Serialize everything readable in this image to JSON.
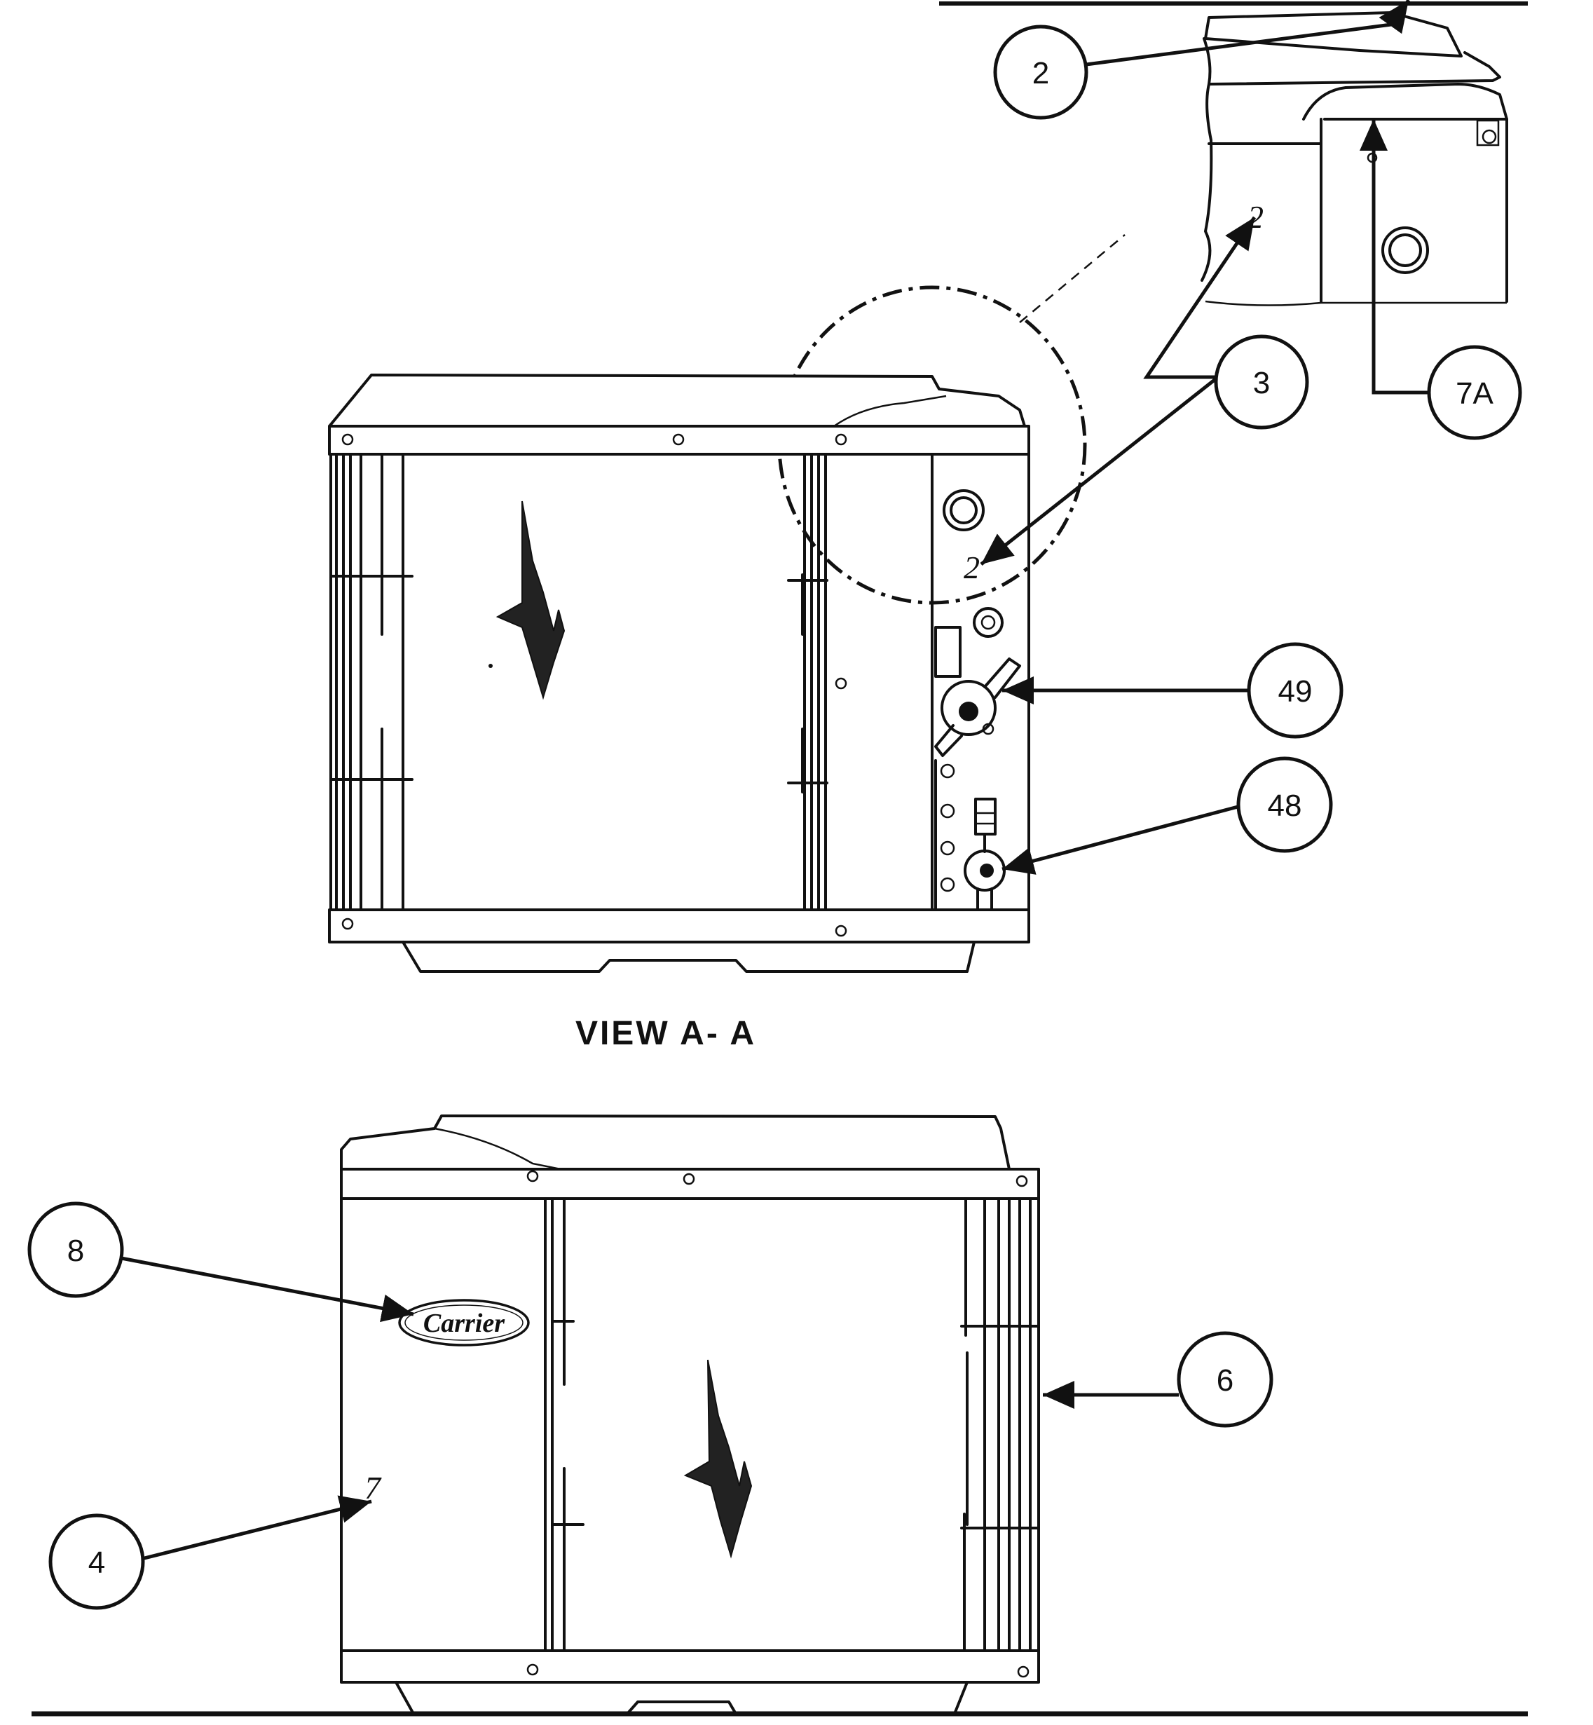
{
  "view_label": "VIEW A- A",
  "logo": "Carrier",
  "callouts": {
    "c2": "2",
    "c3": "3",
    "c7a": "7A",
    "c49": "49",
    "c48": "48",
    "c8": "8",
    "c6": "6",
    "c4": "4"
  },
  "handwritten_marks": {
    "detail": "2",
    "side_panel": "2",
    "front_panel": "7"
  }
}
